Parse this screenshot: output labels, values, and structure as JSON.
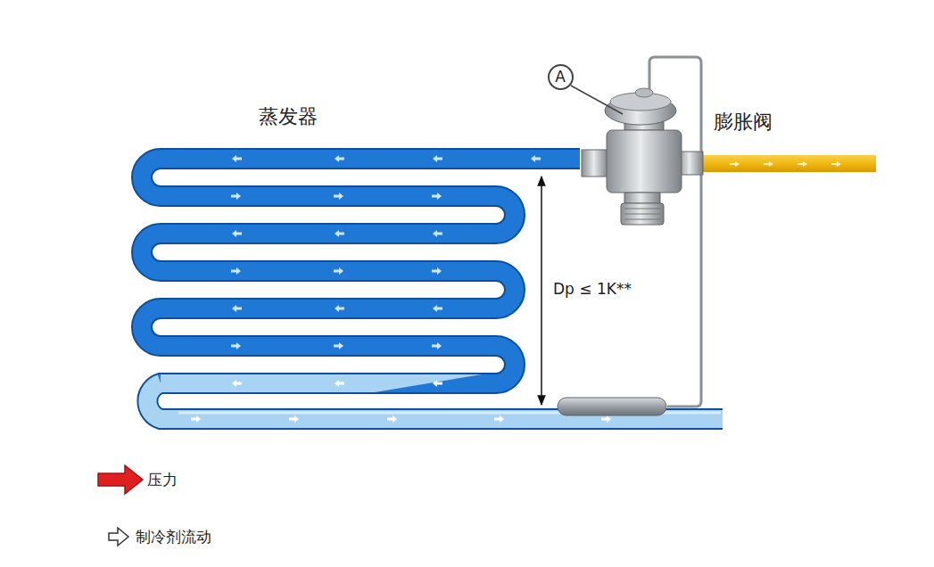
{
  "diagram": {
    "nodes": [
      {
        "text": [
          "A"
        ]
      }
    ],
    "labels": [
      "蒸发器",
      "膨胀阀",
      "Dp ≤ 1K**"
    ],
    "legend": [
      {
        "text": "压力"
      },
      {
        "text": "制冷剂流动"
      }
    ]
  }
}
